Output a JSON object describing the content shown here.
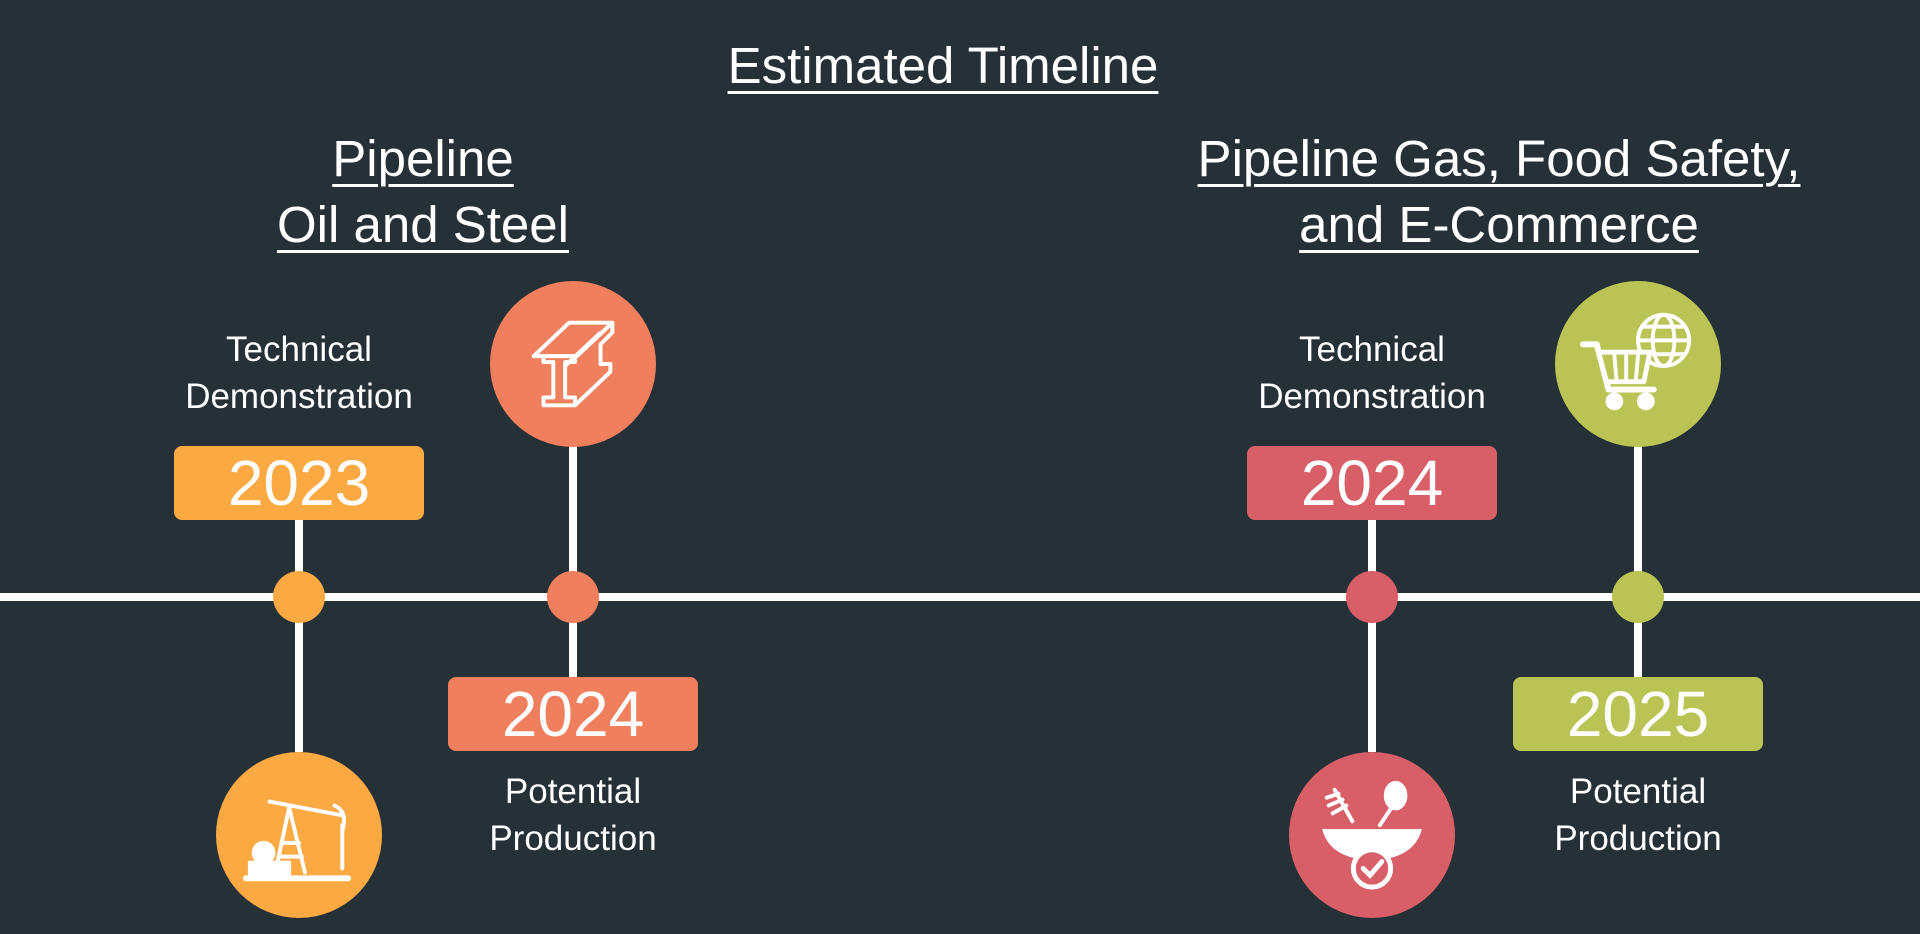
{
  "title": "Estimated Timeline",
  "groups": [
    {
      "title_lines": [
        "Pipeline",
        "Oil and Steel"
      ]
    },
    {
      "title_lines": [
        "Pipeline Gas, Food Safety,",
        "and E-Commerce"
      ]
    }
  ],
  "milestones": [
    {
      "year": "2023",
      "label_lines": [
        "Technical",
        "Demonstration"
      ],
      "color": "#FBA943",
      "icon": "oil-pump-icon"
    },
    {
      "year": "2024",
      "label_lines": [
        "Potential",
        "Production"
      ],
      "color": "#F0805D",
      "icon": "steel-beam-icon"
    },
    {
      "year": "2024",
      "label_lines": [
        "Technical",
        "Demonstration"
      ],
      "color": "#D85F67",
      "icon": "food-safety-icon"
    },
    {
      "year": "2025",
      "label_lines": [
        "Potential",
        "Production"
      ],
      "color": "#B9C454",
      "icon": "ecommerce-cart-globe-icon"
    }
  ]
}
